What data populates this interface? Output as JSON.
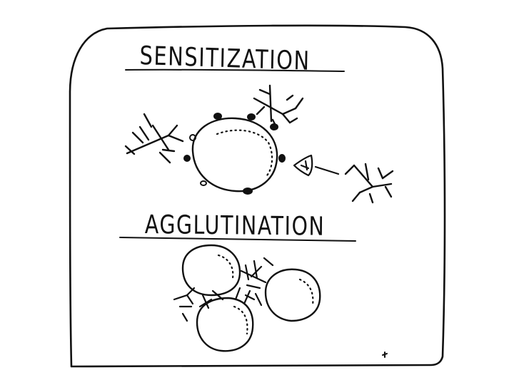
{
  "diagram": {
    "sections": [
      {
        "id": "sensitization",
        "title": "SENSITIZATION"
      },
      {
        "id": "agglutination",
        "title": "AGGLUTINATION"
      }
    ],
    "ink_color": "#111111",
    "paper_color": "#ffffff"
  }
}
